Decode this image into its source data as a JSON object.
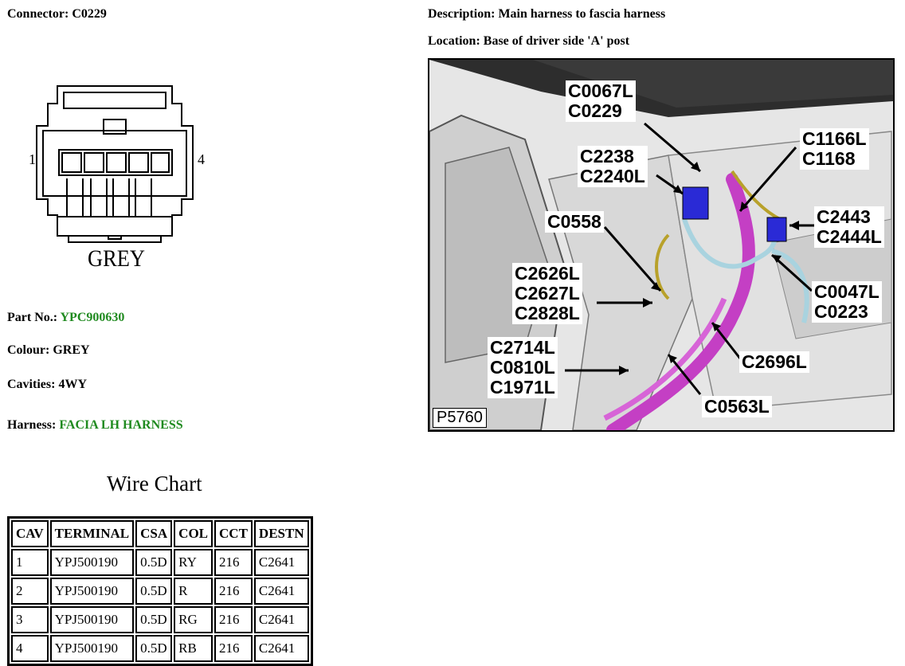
{
  "connector": {
    "label": "Connector:",
    "value": "C0229"
  },
  "description": {
    "label": "Description:",
    "value": "Main harness to fascia harness"
  },
  "location": {
    "label": "Location:",
    "value": "Base of driver side 'A' post"
  },
  "diagram": {
    "pin_left": "1",
    "pin_right": "4",
    "colour_text": "GREY"
  },
  "part_no": {
    "label": "Part No.:",
    "value": "YPC900630"
  },
  "colour": {
    "label": "Colour:",
    "value": "GREY"
  },
  "cavities": {
    "label": "Cavities:",
    "value": "4WY"
  },
  "harness": {
    "label": "Harness:",
    "value": "FACIA LH HARNESS"
  },
  "wire_chart": {
    "title": "Wire Chart",
    "headers": [
      "CAV",
      "TERMINAL",
      "CSA",
      "COL",
      "CCT",
      "DESTN"
    ],
    "rows": [
      [
        "1",
        "YPJ500190",
        "0.5D",
        "RY",
        "216",
        "C2641"
      ],
      [
        "2",
        "YPJ500190",
        "0.5D",
        "R",
        "216",
        "C2641"
      ],
      [
        "3",
        "YPJ500190",
        "0.5D",
        "RG",
        "216",
        "C2641"
      ],
      [
        "4",
        "YPJ500190",
        "0.5D",
        "RB",
        "216",
        "C2641"
      ]
    ]
  },
  "photo": {
    "reference": "P5760",
    "labels": {
      "c0067l": "C0067L",
      "c0229": "C0229",
      "c2238": "C2238",
      "c2240l": "C2240L",
      "c1166l": "C1166L",
      "c1168": "C1168",
      "c0558": "C0558",
      "c2443": "C2443",
      "c2444l": "C2444L",
      "c2626l": "C2626L",
      "c2627l": "C2627L",
      "c2828l": "C2828L",
      "c0047l": "C0047L",
      "c0223": "C0223",
      "c2714l": "C2714L",
      "c0810l": "C0810L",
      "c1971l": "C1971L",
      "c2696l": "C2696L",
      "c0563l": "C0563L"
    },
    "colors": {
      "harness": "#c43fc4",
      "connector_blue": "#2a2ad6",
      "wire_yellow": "#b8a12a",
      "wire_blue": "#a9d3df"
    }
  }
}
